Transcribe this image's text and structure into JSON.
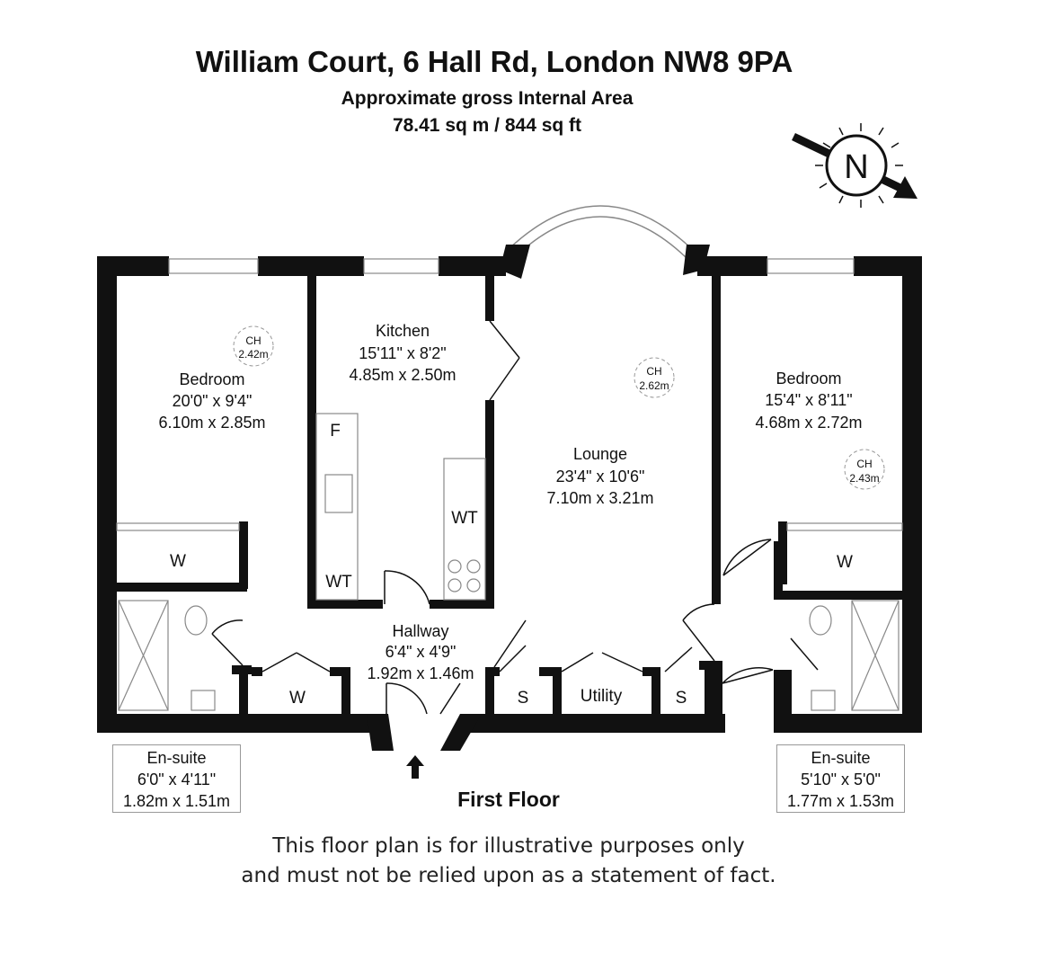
{
  "header": {
    "title": "William Court, 6 Hall Rd, London NW8 9PA",
    "area_label": "Approximate gross Internal Area",
    "area_value": "78.41 sq m / 844 sq ft"
  },
  "compass": {
    "letter": "N"
  },
  "rooms": {
    "bedroom_left": {
      "name": "Bedroom",
      "imperial": "20'0\" x 9'4\"",
      "metric": "6.10m x 2.85m"
    },
    "kitchen": {
      "name": "Kitchen",
      "imperial": "15'11\" x 8'2\"",
      "metric": "4.85m x 2.50m"
    },
    "lounge": {
      "name": "Lounge",
      "imperial": "23'4\" x 10'6\"",
      "metric": "7.10m x 3.21m"
    },
    "bedroom_right": {
      "name": "Bedroom",
      "imperial": "15'4\" x 8'11\"",
      "metric": "4.68m x 2.72m"
    },
    "hallway": {
      "name": "Hallway",
      "imperial": "6'4\" x 4'9\"",
      "metric": "1.92m x 1.46m"
    },
    "ensuite_left": {
      "name": "En-suite",
      "imperial": "6'0\" x 4'11\"",
      "metric": "1.82m x 1.51m"
    },
    "ensuite_right": {
      "name": "En-suite",
      "imperial": "5'10\" x 5'0\"",
      "metric": "1.77m x 1.53m"
    }
  },
  "ceiling_heights": {
    "label": "CH",
    "bedroom_left": "2.42m",
    "lounge": "2.62m",
    "bedroom_right": "2.43m"
  },
  "fixtures": {
    "fridge": "F",
    "wardrobe": "W",
    "water_tank": "WT",
    "storage": "S",
    "utility": "Utility"
  },
  "footer": {
    "floor": "First Floor",
    "disclaimer_line1": "This floor plan is for illustrative purposes only",
    "disclaimer_line2": "and must not be relied upon as a statement of fact."
  }
}
